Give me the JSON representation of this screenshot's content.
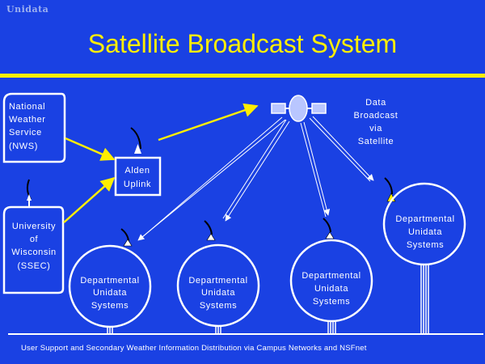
{
  "header": {
    "brand": "Unidata",
    "title": "Satellite Broadcast System"
  },
  "satellite_caption": [
    "Data",
    "Broadcast",
    "via",
    "Satellite"
  ],
  "sources": {
    "nws": [
      "National",
      "Weather",
      "Service",
      "(NWS)"
    ],
    "ssec": [
      "University",
      "of",
      "Wisconsin",
      "(SSEC)"
    ]
  },
  "uplink": [
    "Alden",
    "Uplink"
  ],
  "sites": [
    [
      "Departmental",
      "Unidata",
      "Systems"
    ],
    [
      "Departmental",
      "Unidata",
      "Systems"
    ],
    [
      "Departmental",
      "Unidata",
      "Systems"
    ],
    [
      "Departmental",
      "Unidata",
      "Systems"
    ]
  ],
  "footer": "User Support and Secondary Weather Information Distribution via Campus Networks and NSFnet",
  "colors": {
    "background": "#1a41e3",
    "accent": "#ffee00",
    "line": "#ffffff",
    "satellite_body": "#b9c6ff"
  }
}
